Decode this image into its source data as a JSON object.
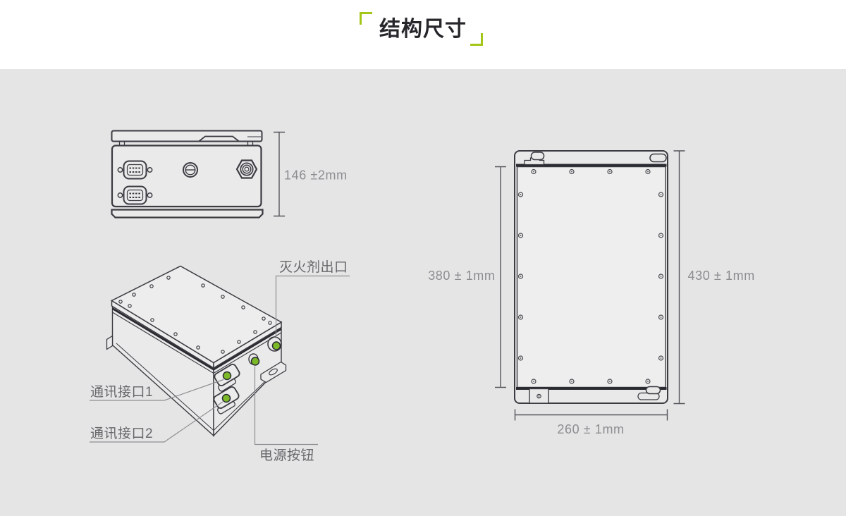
{
  "title": "结构尺寸",
  "front_view": {
    "dimension_height": "146 ±2mm"
  },
  "iso_view": {
    "label_fire_outlet": "灭火剂出口",
    "label_comm_port_1": "通讯接口1",
    "label_comm_port_2": "通讯接口2",
    "label_power_button": "电源按钮"
  },
  "top_view": {
    "dim_inner_height": "380 ± 1mm",
    "dim_outer_height": "430 ± 1mm",
    "dim_width": "260 ± 1mm"
  },
  "colors": {
    "accent_green": "#7bb929",
    "bracket_green": "#a3c617",
    "drawing_line": "#3b3b42",
    "dimension_text": "#8d8d92",
    "background_gray": "#e5e5e5"
  }
}
